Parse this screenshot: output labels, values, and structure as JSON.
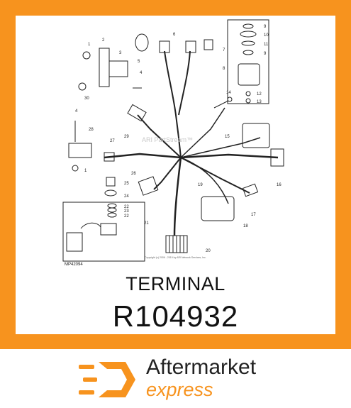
{
  "diagram": {
    "watermark": "ARI PartStream™",
    "copyright": "Copyright (c) 2006 - 2019 by ARI Network Services, Inc.",
    "figure_id": "MP42094",
    "callouts": [
      "1",
      "2",
      "3",
      "30",
      "4",
      "5",
      "6",
      "7",
      "9",
      "10",
      "11",
      "9",
      "8",
      "12",
      "13",
      "14",
      "15",
      "4",
      "28",
      "27",
      "29",
      "1",
      "16",
      "26",
      "25",
      "24",
      "22",
      "23",
      "22",
      "21",
      "19",
      "17",
      "18",
      "20"
    ]
  },
  "title": {
    "name": "TERMINAL",
    "code": "R104932"
  },
  "brand": {
    "line1": "Aftermarket",
    "line2": "express",
    "accent_color": "#f7931e",
    "icon": "speed-box-logo-icon"
  }
}
